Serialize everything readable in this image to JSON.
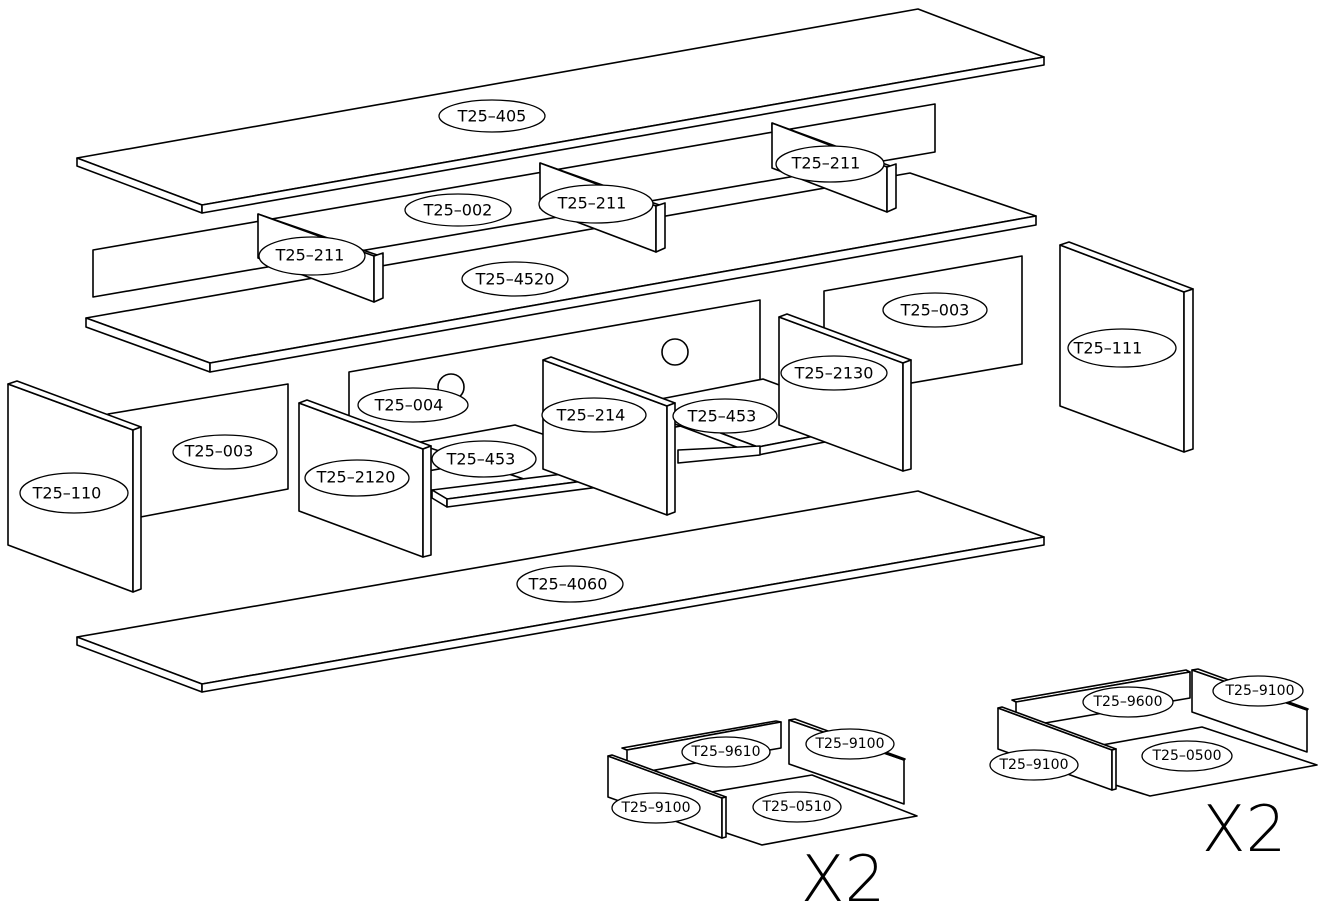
{
  "parts": {
    "top": "T25–405",
    "back_upper": "T25–002",
    "divider_left": "T25–211",
    "divider_mid": "T25–211",
    "divider_right": "T25–211",
    "middle_shelf": "T25–4520",
    "back_right": "T25–003",
    "side_right": "T25–111",
    "back_lower": "T25–004",
    "divider_2130": "T25–2130",
    "divider_214": "T25–214",
    "shelf_453_right": "T25–453",
    "side_left": "T25–110",
    "back_left": "T25–003",
    "divider_2120": "T25–2120",
    "shelf_453_left": "T25–453",
    "bottom": "T25–4060"
  },
  "base_left": {
    "back": "T25–9610",
    "side_right": "T25–9100",
    "side_left": "T25–9100",
    "plate": "T25–0510",
    "quantity": "X2"
  },
  "base_right": {
    "back": "T25–9600",
    "side_right": "T25–9100",
    "side_left": "T25–9100",
    "plate": "T25–0500",
    "quantity": "X2"
  }
}
